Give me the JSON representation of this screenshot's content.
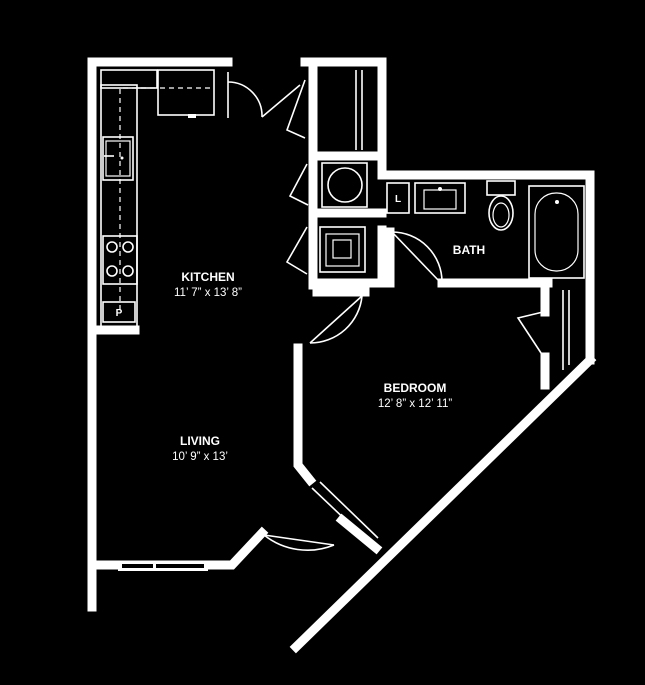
{
  "rooms": {
    "kitchen": {
      "name": "KITCHEN",
      "dims": "11’ 7” x 13’ 8”"
    },
    "living": {
      "name": "LIVING",
      "dims": "10’ 9” x 13’"
    },
    "bedroom": {
      "name": "BEDROOM",
      "dims": "12’ 8” x 12’ 11”"
    },
    "bath": {
      "name": "BATH"
    }
  },
  "tags": {
    "pantry": "P",
    "linen": "L"
  },
  "colors": {
    "background": "#000000",
    "lines": "#ffffff"
  }
}
